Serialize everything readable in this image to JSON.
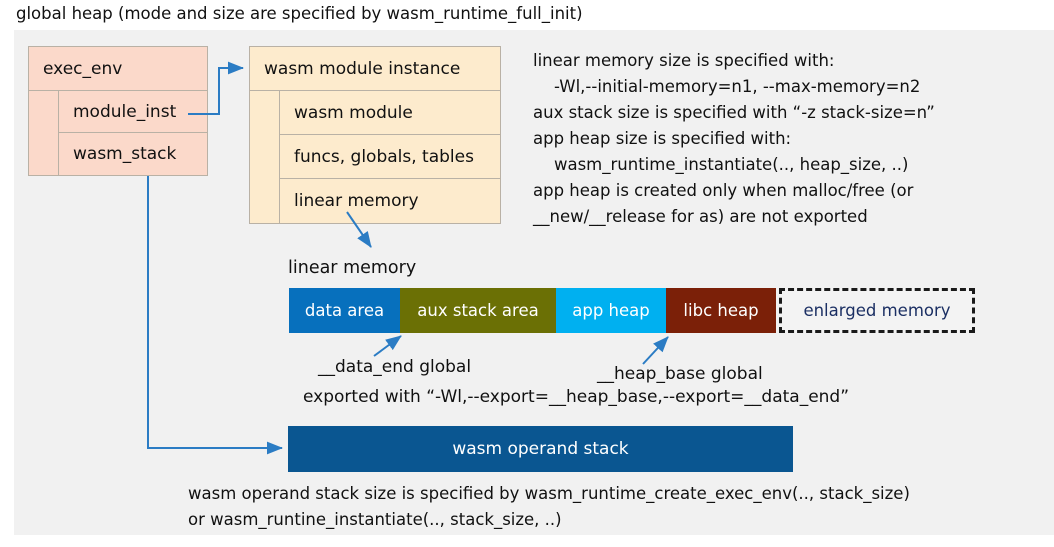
{
  "title": "global heap (mode and size are specified by wasm_runtime_full_init)",
  "colors": {
    "canvas_bg": "#f1f1f1",
    "exec_env_fill": "#fbd9ca",
    "module_instance_fill": "#fdebcd",
    "box_border": "#b9b1a5",
    "connector": "#2b7cc4",
    "data_area": "#0770bd",
    "aux_stack_area": "#6b7005",
    "app_heap": "#00b0f0",
    "libc_heap": "#7b2008",
    "enlarged_memory_text": "#1b2f63",
    "operand_stack": "#0a5691"
  },
  "exec_env": {
    "header": "exec_env",
    "rows": [
      "module_inst",
      "wasm_stack"
    ]
  },
  "module_instance": {
    "header": "wasm module instance",
    "rows": [
      "wasm module",
      "funcs, globals, tables",
      "linear memory"
    ]
  },
  "note_right": "linear memory size is specified with:\n    -Wl,--initial-memory=n1, --max-memory=n2\naux stack size is specified with “-z stack-size=n”\napp heap size is specified with:\n    wasm_runtime_instantiate(.., heap_size, ..)\napp heap is created only when malloc/free (or\n__new/__release for as) are not exported",
  "linear_memory": {
    "label": "linear memory",
    "segments": [
      {
        "label": "data area",
        "color": "#0770bd",
        "width": 111
      },
      {
        "label": "aux stack area",
        "color": "#6b7005",
        "width": 156
      },
      {
        "label": "app heap",
        "color": "#00b0f0",
        "width": 110
      },
      {
        "label": "libc heap",
        "color": "#7b2008",
        "width": 110
      },
      {
        "label": "enlarged memory",
        "color": "#f3f3f3",
        "width": 196
      }
    ]
  },
  "annotations": {
    "data_end": "__data_end global",
    "heap_base": "__heap_base global",
    "exported": "exported with “-Wl,--export=__heap_base,--export=__data_end”"
  },
  "operand_stack": {
    "label": "wasm operand stack"
  },
  "note_bottom": "wasm operand stack size is specified by wasm_runtime_create_exec_env(.., stack_size)\nor wasm_runtine_instantiate(.., stack_size, ..)"
}
